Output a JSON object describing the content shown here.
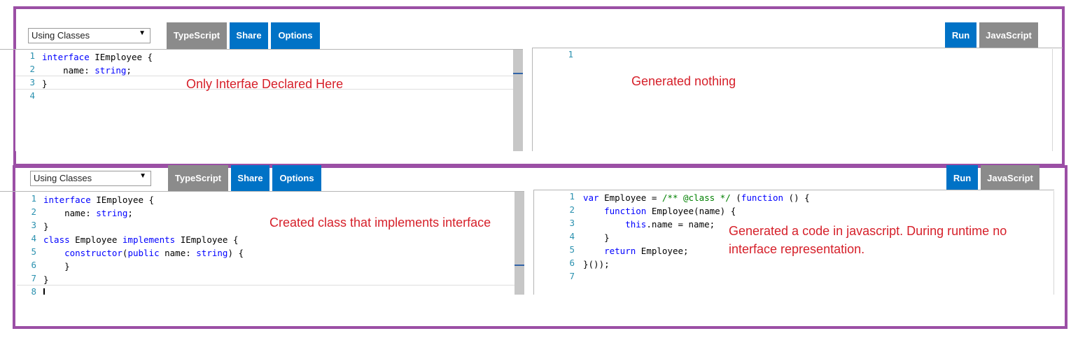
{
  "colors": {
    "frame": "#9b4fa5",
    "blue_button": "#0072c6",
    "gray_button": "#8b8b8b",
    "annotation": "#d6202a"
  },
  "top": {
    "select_value": "Using Classes",
    "buttons": {
      "typescript": "TypeScript",
      "share": "Share",
      "options": "Options",
      "run": "Run",
      "javascript": "JavaScript"
    },
    "ts_line_numbers": [
      "1",
      "2",
      "3",
      "4"
    ],
    "ts_lines": [
      [
        {
          "t": "interface",
          "c": "kw"
        },
        {
          "t": " IEmployee {",
          "c": "tx"
        }
      ],
      [
        {
          "t": "    name: ",
          "c": "tx"
        },
        {
          "t": "string",
          "c": "kw"
        },
        {
          "t": ";",
          "c": "tx"
        }
      ],
      [
        {
          "t": "}",
          "c": "tx"
        }
      ],
      []
    ],
    "js_line_numbers": [
      "1"
    ],
    "annotation_left": "Only  Interfae Declared Here",
    "annotation_right": "Generated nothing"
  },
  "bottom": {
    "select_value": "Using Classes",
    "buttons": {
      "typescript": "TypeScript",
      "share": "Share",
      "options": "Options",
      "run": "Run",
      "javascript": "JavaScript"
    },
    "ts_line_numbers": [
      "1",
      "2",
      "3",
      "4",
      "5",
      "6",
      "7",
      "8"
    ],
    "ts_lines": [
      [
        {
          "t": "interface",
          "c": "kw"
        },
        {
          "t": " IEmployee {",
          "c": "tx"
        }
      ],
      [
        {
          "t": "    name: ",
          "c": "tx"
        },
        {
          "t": "string",
          "c": "kw"
        },
        {
          "t": ";",
          "c": "tx"
        }
      ],
      [
        {
          "t": "}",
          "c": "tx"
        }
      ],
      [
        {
          "t": "class",
          "c": "kw"
        },
        {
          "t": " Employee ",
          "c": "tx"
        },
        {
          "t": "implements",
          "c": "kw"
        },
        {
          "t": " IEmployee {",
          "c": "tx"
        }
      ],
      [
        {
          "t": "    ",
          "c": "tx"
        },
        {
          "t": "constructor",
          "c": "kw"
        },
        {
          "t": "(",
          "c": "tx"
        },
        {
          "t": "public",
          "c": "kw"
        },
        {
          "t": " name: ",
          "c": "tx"
        },
        {
          "t": "string",
          "c": "kw"
        },
        {
          "t": ") {",
          "c": "tx"
        }
      ],
      [
        {
          "t": "    }",
          "c": "tx"
        }
      ],
      [
        {
          "t": "}",
          "c": "tx"
        }
      ],
      []
    ],
    "js_line_numbers": [
      "1",
      "2",
      "3",
      "4",
      "5",
      "6",
      "7"
    ],
    "js_lines": [
      [
        {
          "t": "var",
          "c": "kw"
        },
        {
          "t": " Employee = ",
          "c": "tx"
        },
        {
          "t": "/** @class */",
          "c": "cm"
        },
        {
          "t": " (",
          "c": "tx"
        },
        {
          "t": "function",
          "c": "kw"
        },
        {
          "t": " () {",
          "c": "tx"
        }
      ],
      [
        {
          "t": "    ",
          "c": "tx"
        },
        {
          "t": "function",
          "c": "kw"
        },
        {
          "t": " Employee(name) {",
          "c": "tx"
        }
      ],
      [
        {
          "t": "        ",
          "c": "tx"
        },
        {
          "t": "this",
          "c": "kw"
        },
        {
          "t": ".name = name;",
          "c": "tx"
        }
      ],
      [
        {
          "t": "    }",
          "c": "tx"
        }
      ],
      [
        {
          "t": "    ",
          "c": "tx"
        },
        {
          "t": "return",
          "c": "kw"
        },
        {
          "t": " Employee;",
          "c": "tx"
        }
      ],
      [
        {
          "t": "}());",
          "c": "tx"
        }
      ],
      []
    ],
    "annotation_left": "Created class that implements interface",
    "annotation_right_line1": "Generated a code in javascript. During runtime no",
    "annotation_right_line2": "interface representation."
  }
}
